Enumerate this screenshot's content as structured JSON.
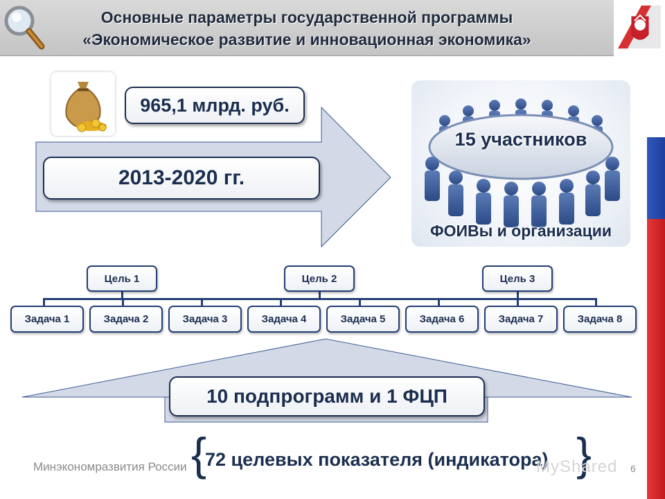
{
  "header": {
    "title_line1": "Основные параметры государственной программы",
    "title_line2": "«Экономическое развитие и инновационная экономика»"
  },
  "colors": {
    "navy": "#1b2e4f",
    "arrow_fill": "#d3d9e6",
    "flag_blue": "#2f58b9",
    "flag_red": "#e4393a"
  },
  "funding": {
    "amount": "965,1 млрд. руб.",
    "period": "2013-2020 гг."
  },
  "participants": {
    "count": "15 участников",
    "label": "ФОИВы и организации"
  },
  "goals": [
    "Цель 1",
    "Цель 2",
    "Цель 3"
  ],
  "tasks": [
    "Задача 1",
    "Задача 2",
    "Задача 3",
    "Задача 4",
    "Задача 5",
    "Задача 6",
    "Задача 7",
    "Задача 8"
  ],
  "subprograms": "10 подпрограмм и 1 ФЦП",
  "indicators": "72 целевых показателя (индикатора)",
  "footer": {
    "ministry": "Минэкономразвития России",
    "page": "6",
    "watermark": "MyShared"
  },
  "icons": [
    "magnifier-icon",
    "coat-of-arms-icon",
    "money-bag-icon",
    "round-table-people-icon"
  ]
}
